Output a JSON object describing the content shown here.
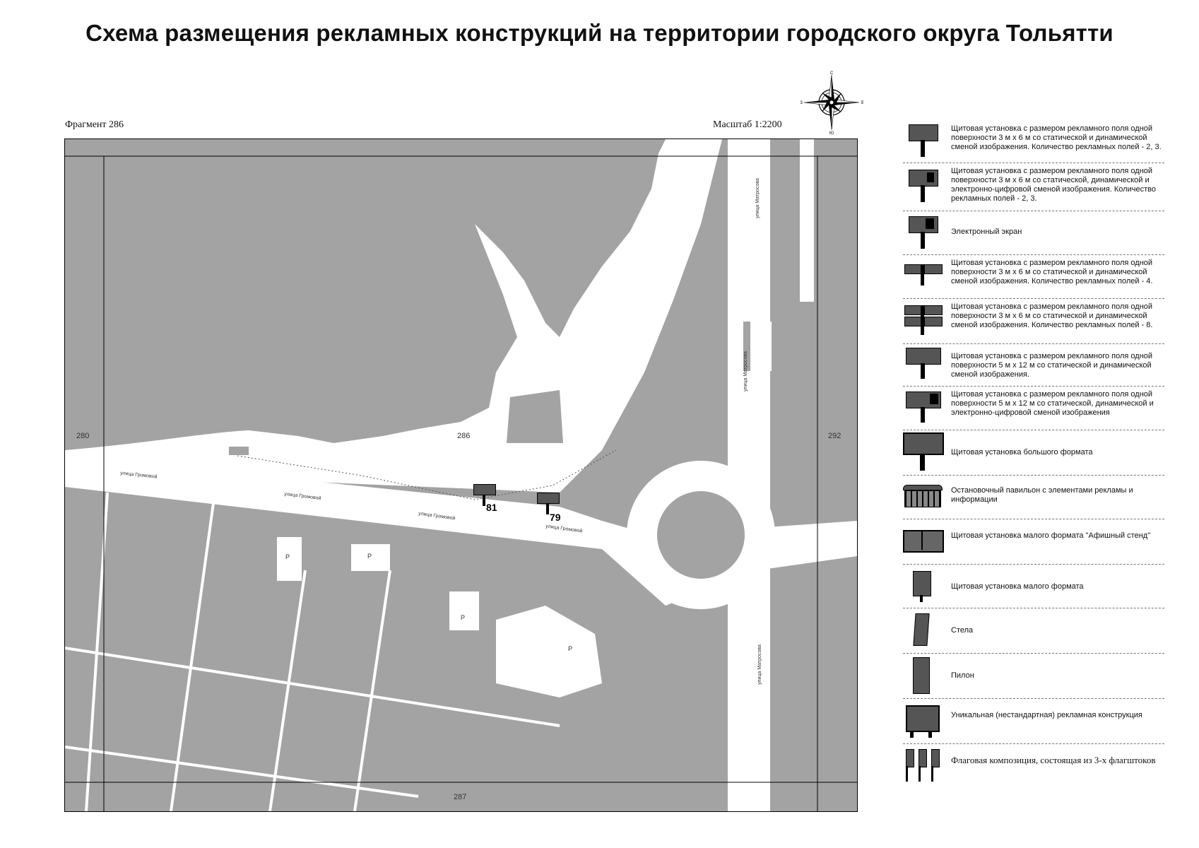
{
  "title": "Схема размещения рекламных конструкций на территории городского округа Тольятти",
  "fragment_label": "Фрагмент 286",
  "scale_label": "Масштаб 1:2200",
  "compass": {
    "n": "С",
    "s": "Ю",
    "e": "В",
    "w": "З",
    "icon": "compass-rose-icon"
  },
  "map": {
    "fragment_numbers": {
      "center": "286",
      "left": "280",
      "right": "292",
      "bottom": "287"
    },
    "streets": [
      "улица Громовой",
      "улица Громовой",
      "улица Громовой",
      "улица Громовой",
      "улица Матросова",
      "улица Матросова",
      "улица Матросова"
    ],
    "parking_labels": [
      "P",
      "P",
      "P",
      "P"
    ],
    "markers": [
      {
        "number": "81",
        "icon": "billboard-icon"
      },
      {
        "number": "79",
        "icon": "billboard-icon"
      }
    ]
  },
  "legend": [
    {
      "icon": "billboard-3x6-static-icon",
      "text": "Щитовая установка с размером рекламного поля одной поверхности 3 м х 6 м со статической и динамической сменой изображения. Количество рекламных полей - 2, 3."
    },
    {
      "icon": "billboard-3x6-digital-icon",
      "text": "Щитовая установка с размером рекламного поля одной поверхности 3 м х 6 м со статической, динамической и электронно-цифровой сменой изображения. Количество рекламных полей - 2, 3."
    },
    {
      "icon": "electronic-screen-icon",
      "text": "Электронный экран"
    },
    {
      "icon": "billboard-4-fields-icon",
      "text": "Щитовая установка с размером рекламного поля одной поверхности 3 м х 6 м со статической и динамической сменой изображения. Количество рекламных полей - 4."
    },
    {
      "icon": "billboard-8-fields-icon",
      "text": "Щитовая установка с размером рекламного поля одной поверхности 3 м х 6 м со статической и динамической сменой изображения. Количество рекламных полей - 8."
    },
    {
      "icon": "billboard-5x12-static-icon",
      "text": "Щитовая установка с размером рекламного поля одной поверхности 5 м х 12 м со статической и динамической сменой изображения."
    },
    {
      "icon": "billboard-5x12-digital-icon",
      "text": "Щитовая установка с размером рекламного поля одной поверхности 5 м х 12 м со статической, динамической и электронно-цифровой сменой изображения"
    },
    {
      "icon": "large-format-billboard-icon",
      "text": "Щитовая установка большого формата"
    },
    {
      "icon": "bus-stop-pavilion-icon",
      "text": "Остановочный павильон с элементами рекламы и информации"
    },
    {
      "icon": "poster-stand-icon",
      "text": "Щитовая установка малого формата \"Афишный стенд\""
    },
    {
      "icon": "small-format-billboard-icon",
      "text": "Щитовая установка малого формата"
    },
    {
      "icon": "stele-icon",
      "text": "Стела"
    },
    {
      "icon": "pylon-icon",
      "text": "Пилон"
    },
    {
      "icon": "unique-construction-icon",
      "text": "Уникальная (нестандартная) рекламная конструкция"
    },
    {
      "icon": "flag-composition-icon",
      "text": "Флаговая композиция, состоящая из 3-х флагштоков"
    }
  ]
}
